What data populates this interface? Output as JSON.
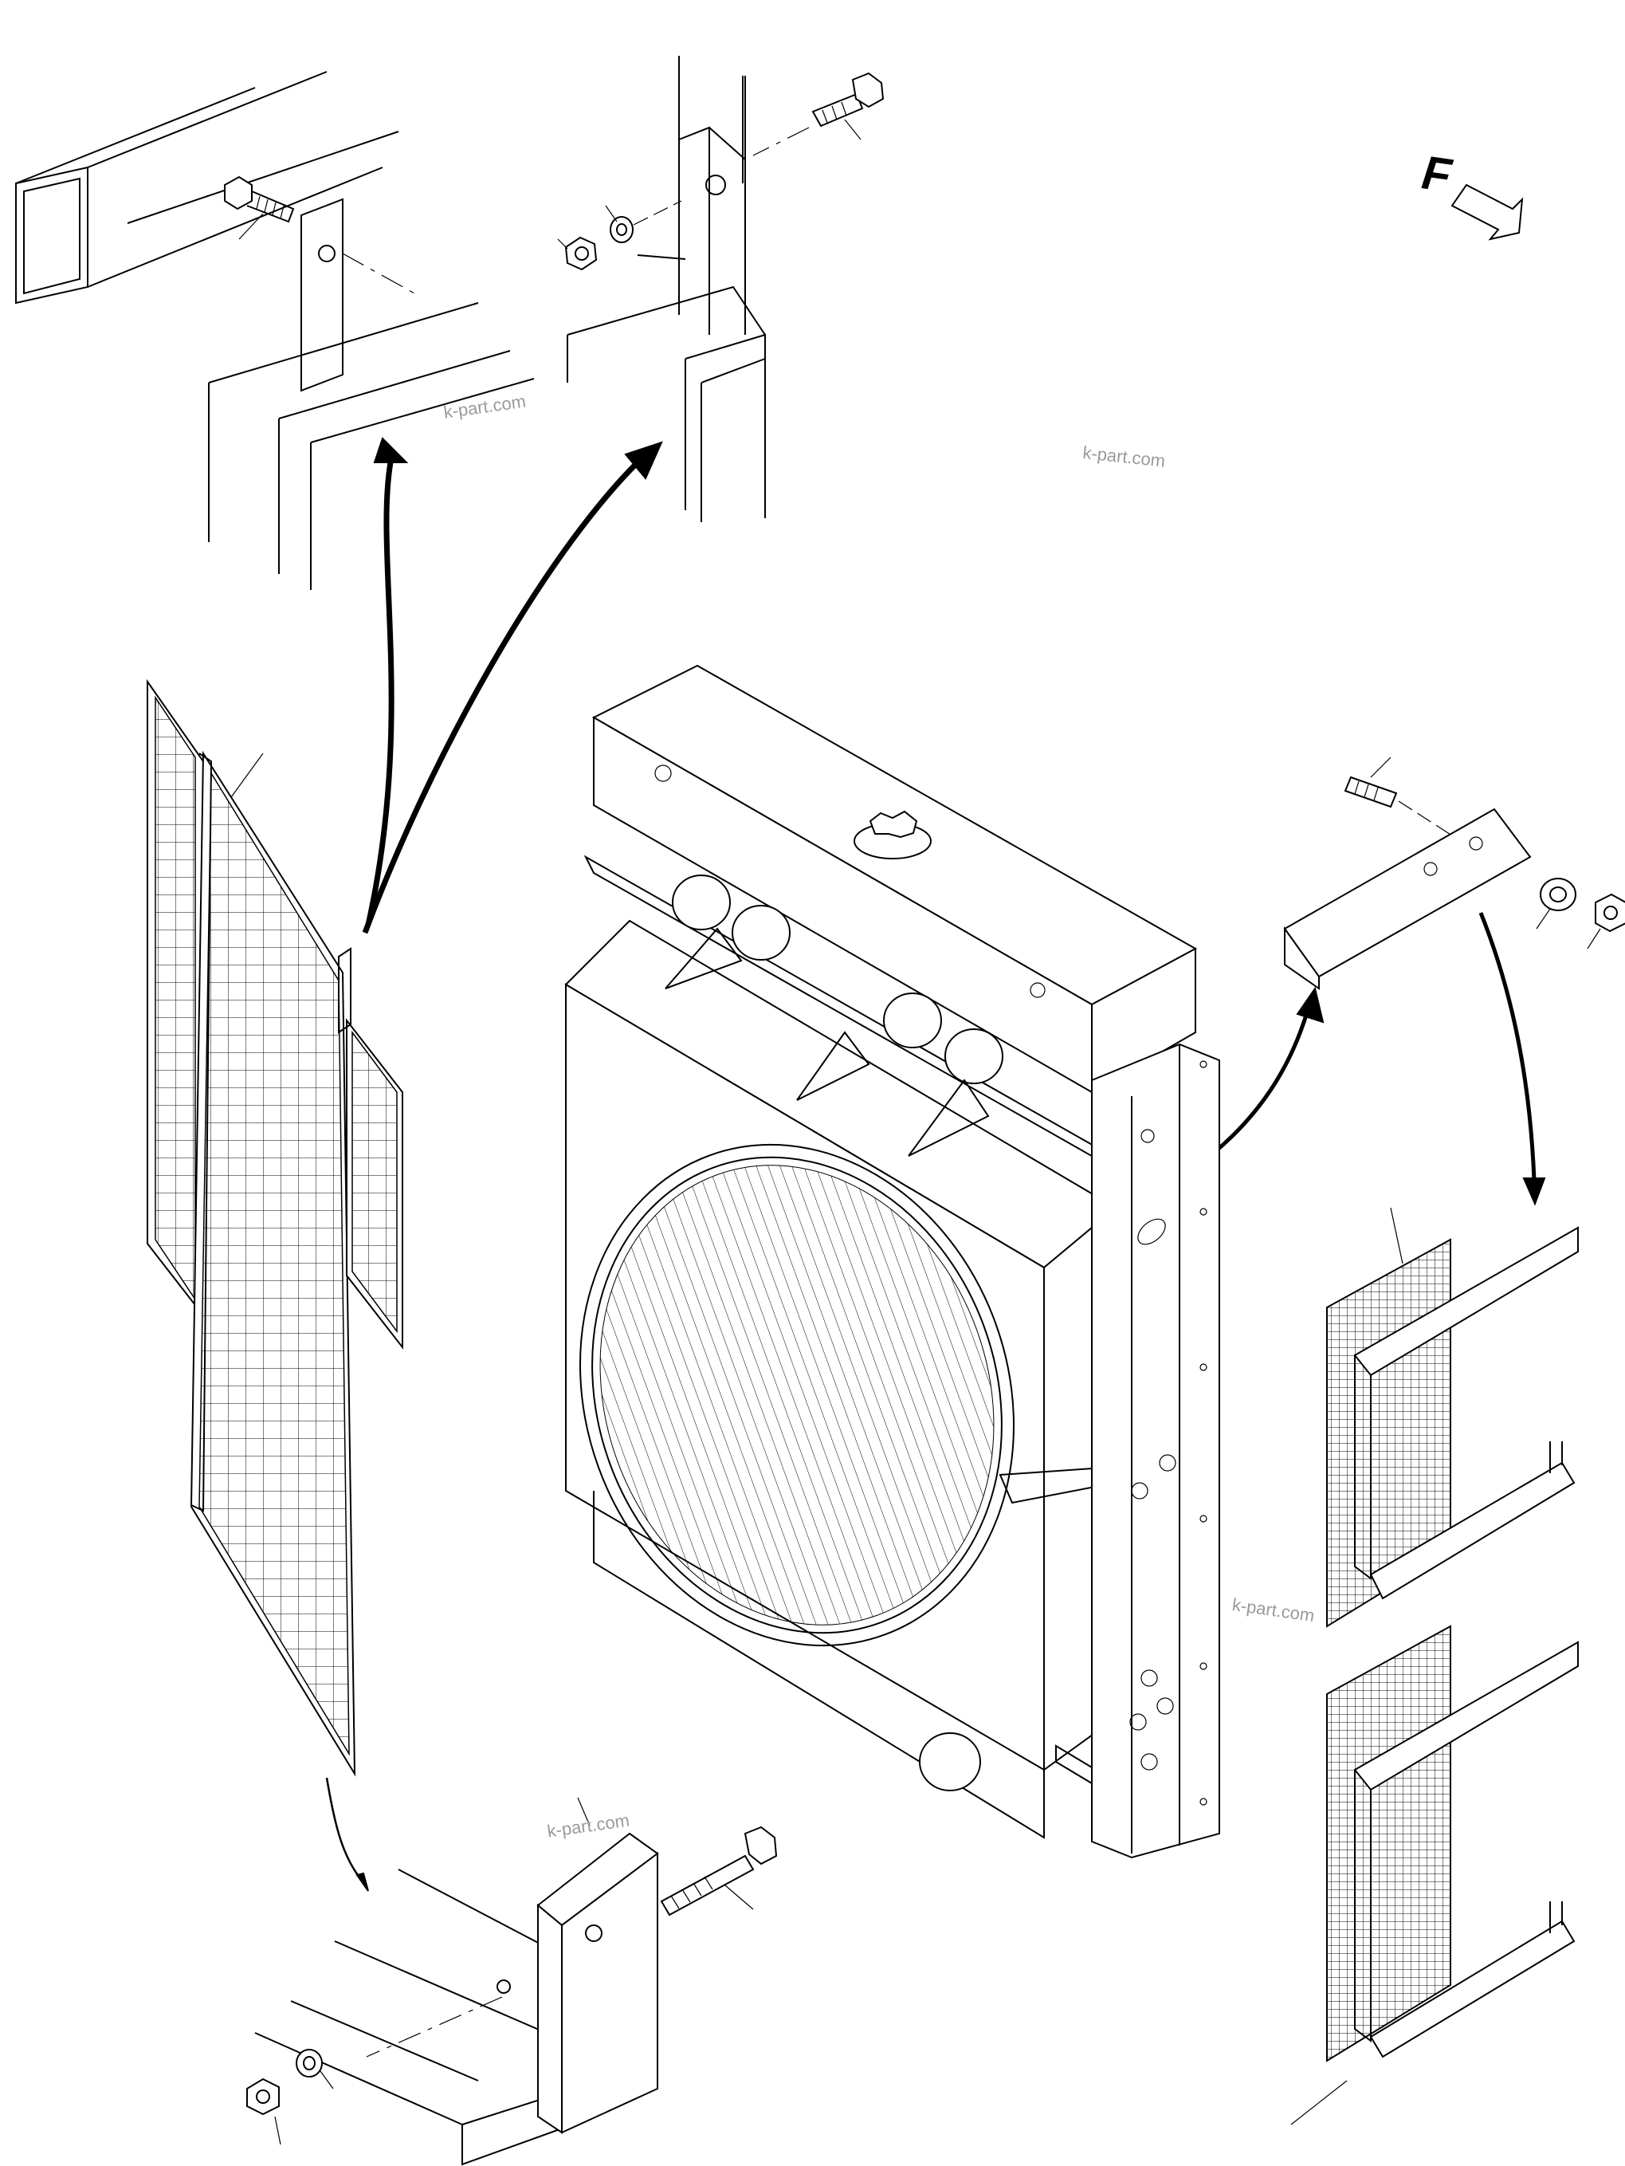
{
  "diagram": {
    "direction_label": "F",
    "watermarks": [
      "k-part.com",
      "k-part.com",
      "k-part.com",
      "k-part.com"
    ],
    "icons": [
      "front-direction-arrow-icon"
    ],
    "colors": {
      "line": "#000000",
      "watermark": "#9a9a9a",
      "background": "#ffffff"
    }
  }
}
